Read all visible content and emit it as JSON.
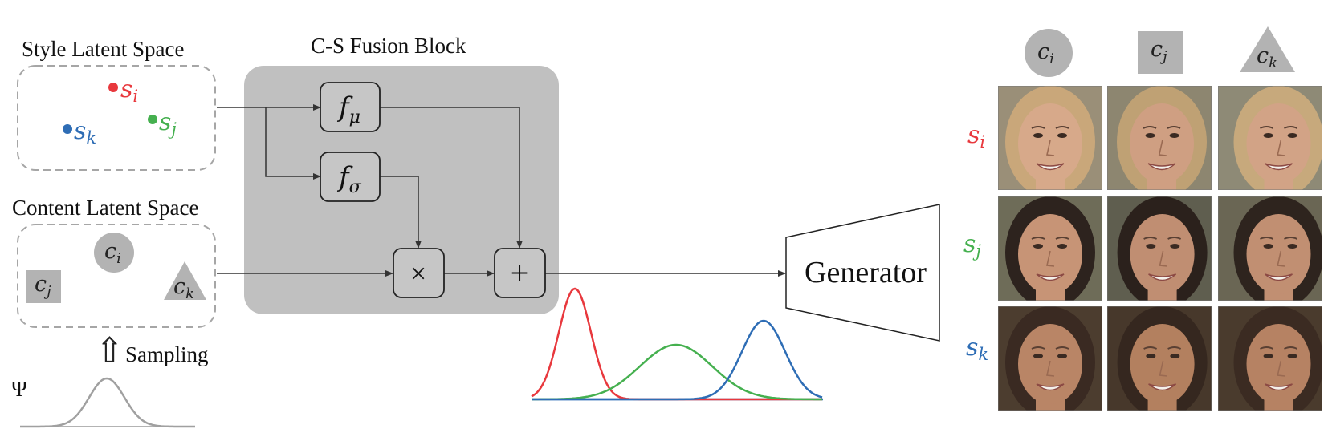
{
  "colors": {
    "red": "#e8383d",
    "green": "#45b04f",
    "blue": "#2e6db5",
    "fusion_bg": "#c0c0c0",
    "shape_gray": "#b3b3b3",
    "dash": "#a6a6a6"
  },
  "style_space": {
    "title": "Style Latent Space",
    "points": [
      {
        "label": "s",
        "sub": "i",
        "color_key": "red"
      },
      {
        "label": "s",
        "sub": "j",
        "color_key": "green"
      },
      {
        "label": "s",
        "sub": "k",
        "color_key": "blue"
      }
    ]
  },
  "content_space": {
    "title": "Content Latent Space",
    "shapes": [
      {
        "shape": "circle",
        "label": "c",
        "sub": "i"
      },
      {
        "shape": "square",
        "label": "c",
        "sub": "j"
      },
      {
        "shape": "triangle",
        "label": "c",
        "sub": "k"
      }
    ]
  },
  "sampling": {
    "label": "Sampling",
    "arrow": "⇧",
    "distribution_symbol": "Ψ"
  },
  "fusion": {
    "title": "C-S Fusion Block",
    "f_mu": {
      "label": "f",
      "sub": "μ"
    },
    "f_sigma": {
      "label": "f",
      "sub": "σ"
    },
    "multiply": "×",
    "add": "+"
  },
  "generator": {
    "label": "Generator"
  },
  "grid": {
    "column_headers": [
      {
        "shape": "circle",
        "label": "c",
        "sub": "i"
      },
      {
        "shape": "square",
        "label": "c",
        "sub": "j"
      },
      {
        "shape": "triangle",
        "label": "c",
        "sub": "k"
      }
    ],
    "row_labels": [
      {
        "label": "s",
        "sub": "i",
        "color_key": "red"
      },
      {
        "label": "s",
        "sub": "j",
        "color_key": "green"
      },
      {
        "label": "s",
        "sub": "k",
        "color_key": "blue"
      }
    ],
    "faces": [
      [
        {
          "skin": "#d7a98a",
          "hair": "#c9a77a",
          "bg": "#9a8f78",
          "turn": 0
        },
        {
          "skin": "#cf9f82",
          "hair": "#bfa174",
          "bg": "#8d8670",
          "turn": 0.1
        },
        {
          "skin": "#d2a386",
          "hair": "#c7a97c",
          "bg": "#8e8a76",
          "turn": 0.35
        }
      ],
      [
        {
          "skin": "#c79476",
          "hair": "#2d231e",
          "bg": "#6e6c58",
          "turn": 0
        },
        {
          "skin": "#c08e72",
          "hair": "#2b211c",
          "bg": "#5f5e4f",
          "turn": 0.12
        },
        {
          "skin": "#c18f72",
          "hair": "#2e241e",
          "bg": "#6a6654",
          "turn": 0.35
        }
      ],
      [
        {
          "skin": "#b98566",
          "hair": "#3a2a22",
          "bg": "#4c3d2f",
          "turn": 0
        },
        {
          "skin": "#b3805f",
          "hair": "#35271f",
          "bg": "#47382b",
          "turn": 0.12
        },
        {
          "skin": "#b68263",
          "hair": "#3b2b22",
          "bg": "#4a3b2d",
          "turn": 0.35
        }
      ]
    ]
  }
}
